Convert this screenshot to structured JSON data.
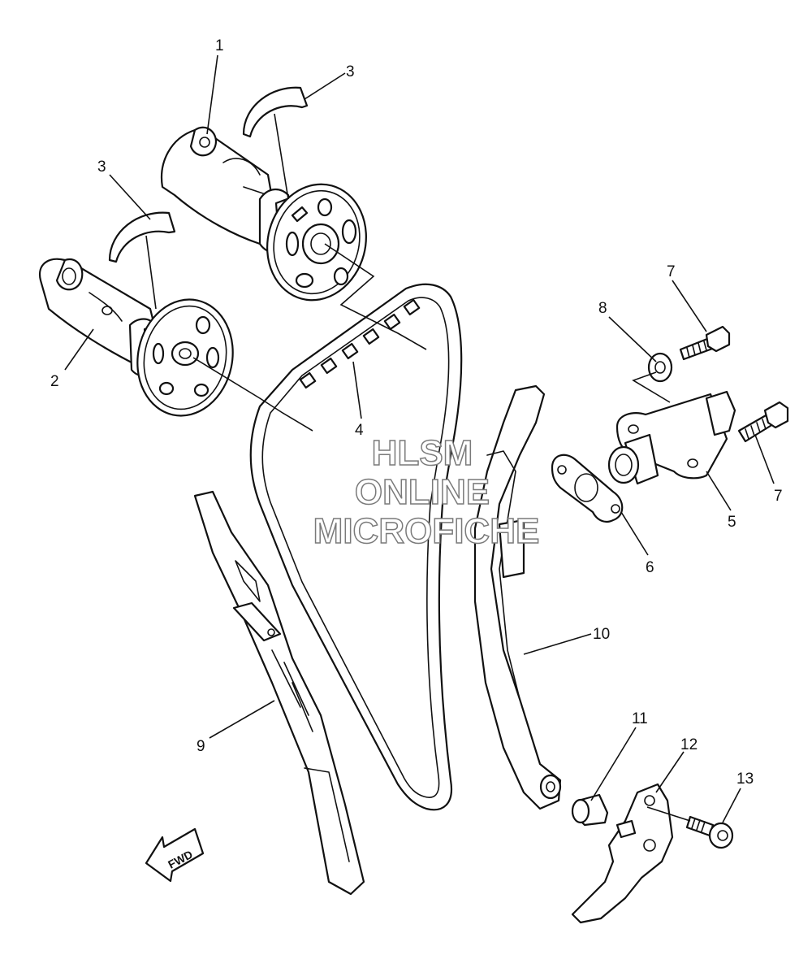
{
  "callouts": {
    "c1": "1",
    "c2": "2",
    "c3a": "3",
    "c3b": "3",
    "c4": "4",
    "c5": "5",
    "c6": "6",
    "c7a": "7",
    "c7b": "7",
    "c8": "8",
    "c9": "9",
    "c10": "10",
    "c11": "11",
    "c12": "12",
    "c13": "13"
  },
  "watermark": {
    "line1": "HLSM",
    "line2": "ONLINE",
    "line3": "MICROFICHE"
  },
  "direction_marker": {
    "label": "FWD",
    "icon": "arrow-icon"
  },
  "colors": {
    "line": "#111111",
    "watermark_outline": "#7a7a7a",
    "background": "#ffffff"
  }
}
